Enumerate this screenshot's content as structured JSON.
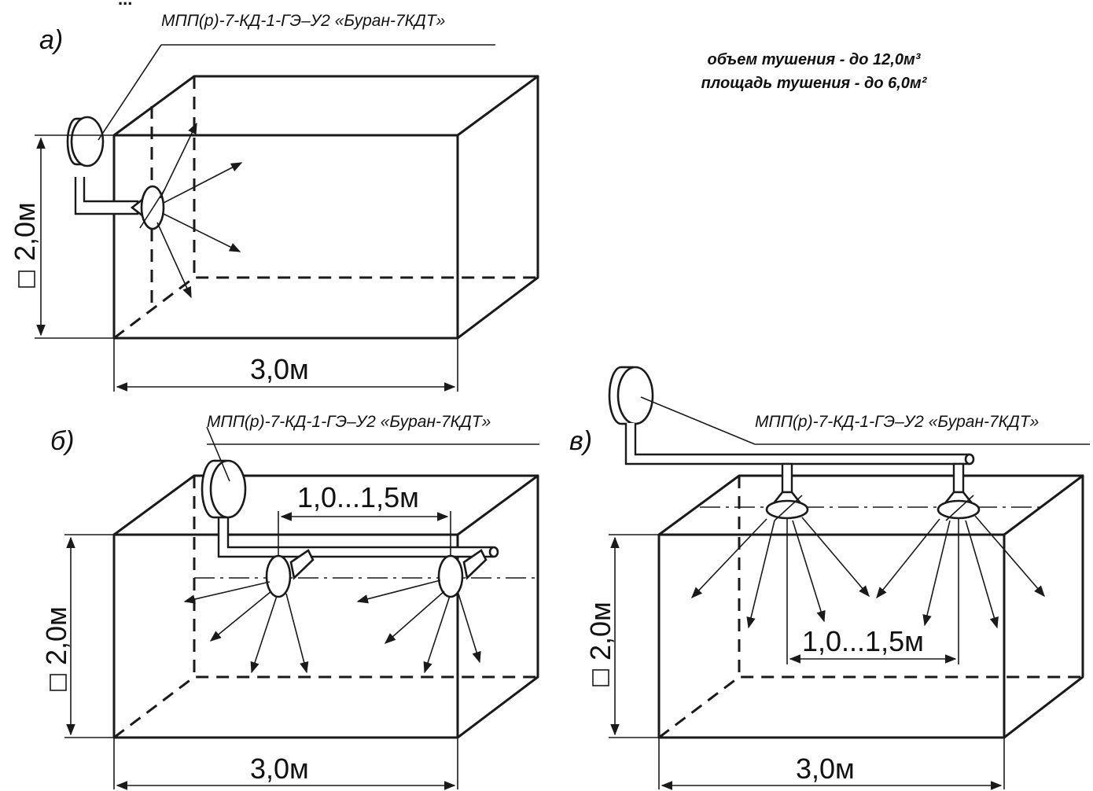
{
  "header": {
    "top_fragment": "..."
  },
  "device_model": "МПП(р)-7-КД-1-ГЭ–У2 «Буран-7КДТ»",
  "info": {
    "volume": "объем тушения - до 12,0м³",
    "area": "площадь тушения - до 6,0м²"
  },
  "panel_a": {
    "letter": "а)",
    "height": "2,0м",
    "width": "3,0м"
  },
  "panel_b": {
    "letter": "б)",
    "height": "2,0м",
    "width": "3,0м",
    "spacing": "1,0...1,5м"
  },
  "panel_v": {
    "letter": "в)",
    "height": "2,0м",
    "width": "3,0м",
    "spacing": "1,0...1,5м"
  }
}
